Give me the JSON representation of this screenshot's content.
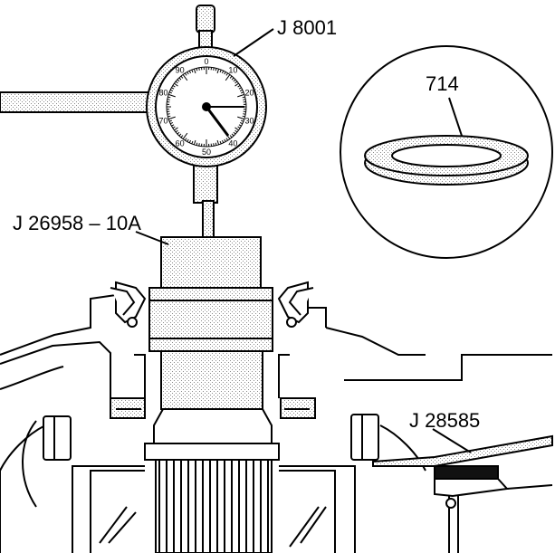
{
  "callouts": {
    "dial_indicator": "J 8001",
    "gauge_fixture": "J 26958 – 10A",
    "thrust_washer": "714",
    "feeler_tool": "J 28585"
  },
  "dial_face": {
    "scale_numbers": [
      "0",
      "10",
      "20",
      "30",
      "40",
      "50",
      "60",
      "70",
      "80",
      "90"
    ]
  },
  "colors": {
    "line": "#000000",
    "background": "#ffffff",
    "stipple": "#9a9a9a"
  }
}
